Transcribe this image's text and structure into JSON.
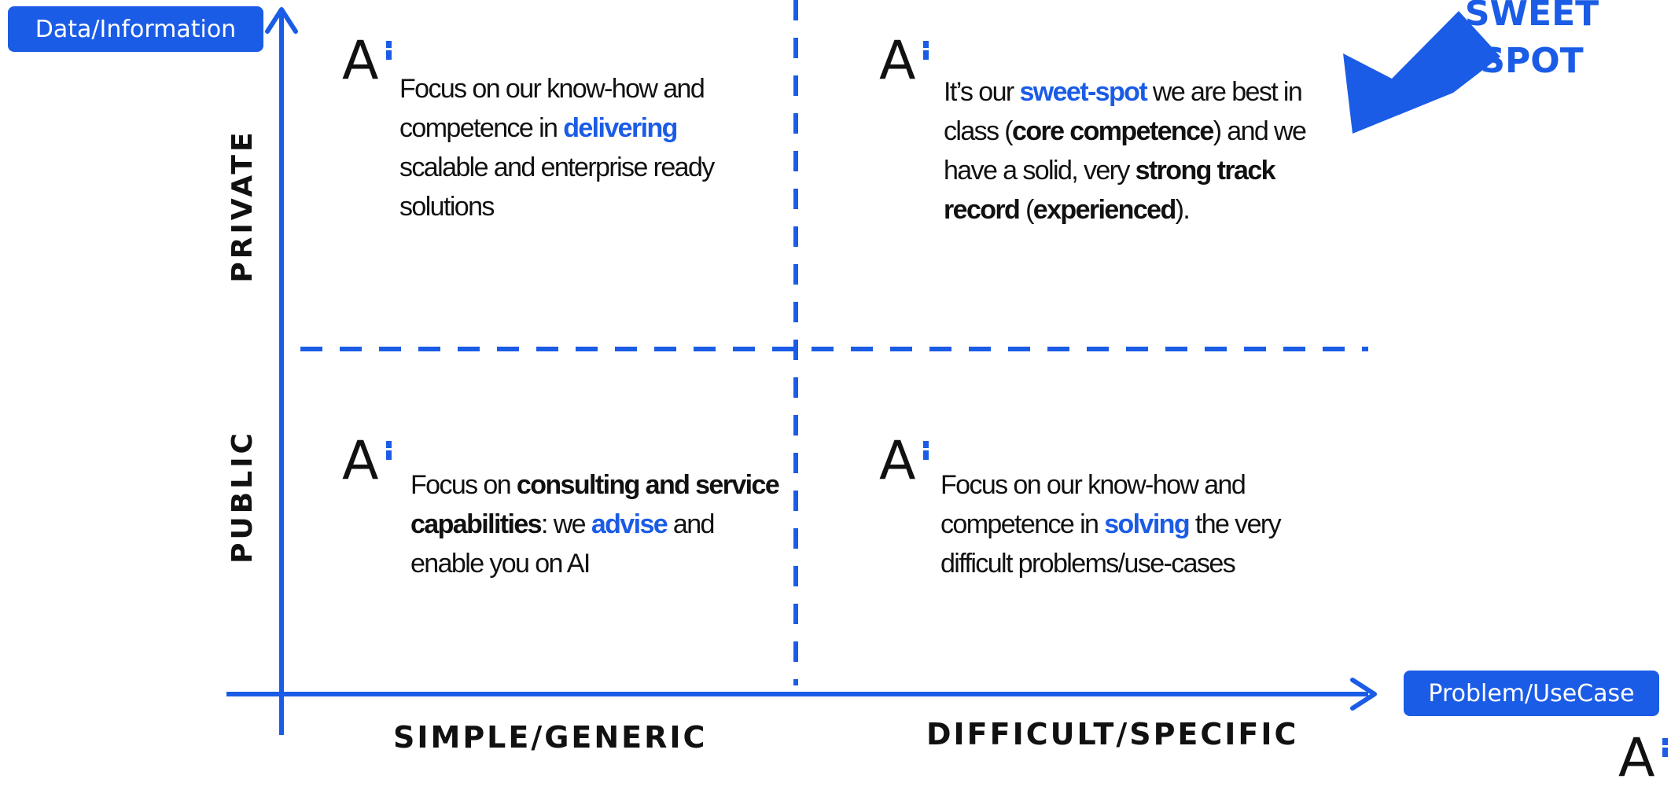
{
  "labels": {
    "y_axis_title": "Data/Information",
    "x_axis_title": "Problem/UseCase",
    "y_top": "PRIVATE",
    "y_bottom": "PUBLIC",
    "x_left": "SIMPLE/GENERIC",
    "x_right": "DIFFICULT/SPECIFIC",
    "sweet_spot_line1": "SWEET",
    "sweet_spot_line2": "SPOT"
  },
  "logo": {
    "letter": "A"
  },
  "quadrants": {
    "top_left": {
      "l1a": "Focus on our know-how and",
      "l2a": "competence in ",
      "l2b": "delivering",
      "l3a": "scalable and enterprise  ready",
      "l4a": "solutions"
    },
    "top_right": {
      "l1a": "It’s our ",
      "l1b": "sweet-spot",
      "l1c": " we are best in",
      "l2a": "class (",
      "l2b": "core competence",
      "l2c": ") and we",
      "l3a": "have a solid, very ",
      "l3b": "strong track",
      "l4a": "record",
      "l4b": " (",
      "l4c": "experienced",
      "l4d": ")."
    },
    "bottom_left": {
      "l1a": "Focus on ",
      "l1b": "consulting and service",
      "l2a": "capabilities",
      "l2b": ": we ",
      "l2c": "advise",
      "l2d": " and",
      "l3a": "enable  you on AI"
    },
    "bottom_right": {
      "l1a": "Focus on our know-how and",
      "l2a": "competence  in ",
      "l2b": "solving",
      "l2c": " the very",
      "l3a": "difficult problems/use-cases"
    }
  },
  "colors": {
    "accent": "#1b5ce6",
    "text": "#111111"
  }
}
